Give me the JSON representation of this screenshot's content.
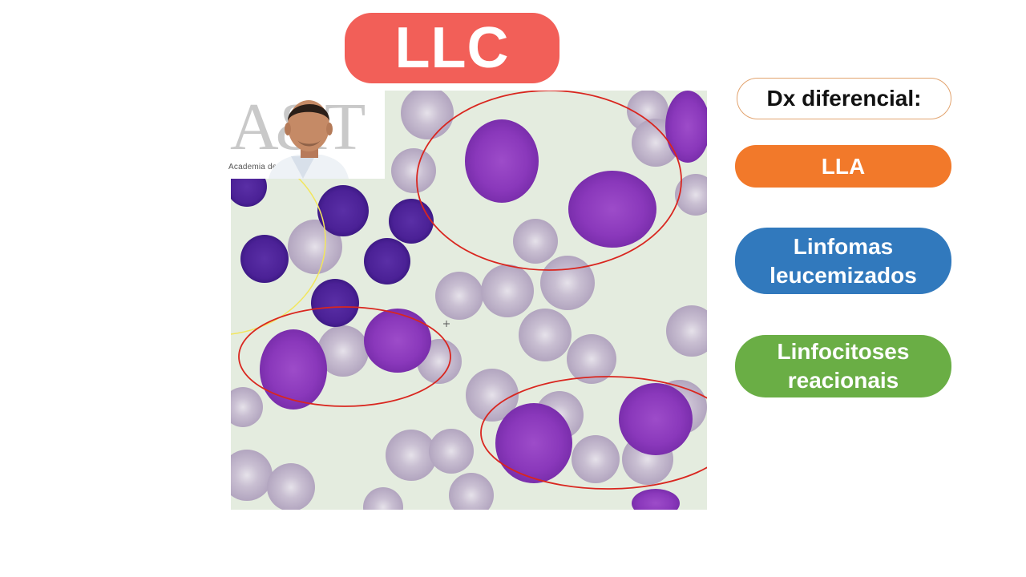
{
  "slide": {
    "title": "LLC",
    "dx_heading": "Dx diferencial:",
    "differentials": [
      {
        "lines": [
          "LLA"
        ],
        "color": "#f2792a"
      },
      {
        "lines": [
          "Linfomas",
          "leucemizados"
        ],
        "color": "#3179bd"
      },
      {
        "lines": [
          "Linfocitoses",
          "reacionais"
        ],
        "color": "#6aae45"
      }
    ],
    "title_color": "#f25f58",
    "circle_colors": {
      "highlight": "#f2e65c",
      "annotation": "#d9261f"
    }
  },
  "webcam": {
    "logo_letters": "A&T",
    "logo_subtitle": "Academia de Hematologia"
  },
  "image": {
    "description_icon": "blood-smear-micrograph",
    "cursor_icon": "crosshair-cursor-icon"
  }
}
